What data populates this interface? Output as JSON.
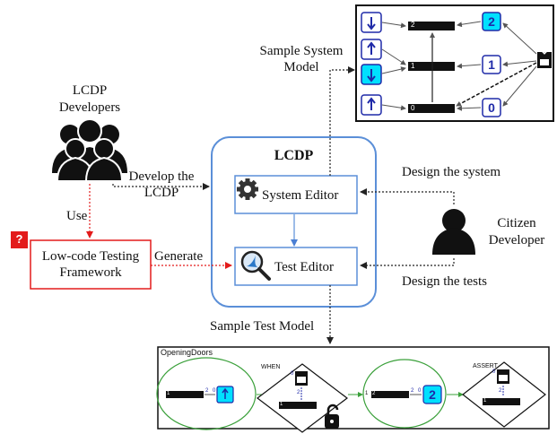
{
  "diagram": {
    "lcdp_developers": "LCDP\nDevelopers",
    "develop_label": "Develop the\nLCDP",
    "use_label": "Use",
    "framework_label": "Low-code Testing\nFramework",
    "question_mark": "?",
    "generate_label": "Generate",
    "lcdp_title": "LCDP",
    "system_editor_label": "System Editor",
    "test_editor_label": "Test Editor",
    "sample_system_model": "Sample System\nModel",
    "sample_test_model": "Sample Test Model",
    "design_system_label": "Design the system",
    "design_tests_label": "Design the tests",
    "citizen_developer": "Citizen\nDeveloper"
  },
  "system_model": {
    "floor_numbers": [
      "2",
      "1",
      "0"
    ],
    "request_numbers": [
      "2",
      "1",
      "0"
    ]
  },
  "test_model": {
    "title": "OpeningDoors",
    "when_label": "WHEN",
    "assert_label": "ASSERT",
    "small_numbers": {
      "s1_floor": "1",
      "s1_req": "2",
      "s1_call": "0",
      "w_top": "0",
      "w_mid": "2",
      "w_floor": "1",
      "s2_floor": "1",
      "s2_floor_name": "2",
      "s2_req": "2",
      "s2_call": "0",
      "s2_value": "2",
      "a_top": "0",
      "a_mid": "2",
      "a_floor": "1"
    }
  },
  "colors": {
    "accent_blue": "#4a7fd4",
    "arrow_blue": "#1f2aa8",
    "cyan": "#00e0ff",
    "red": "#e31b1b",
    "green": "#3aa03a"
  }
}
